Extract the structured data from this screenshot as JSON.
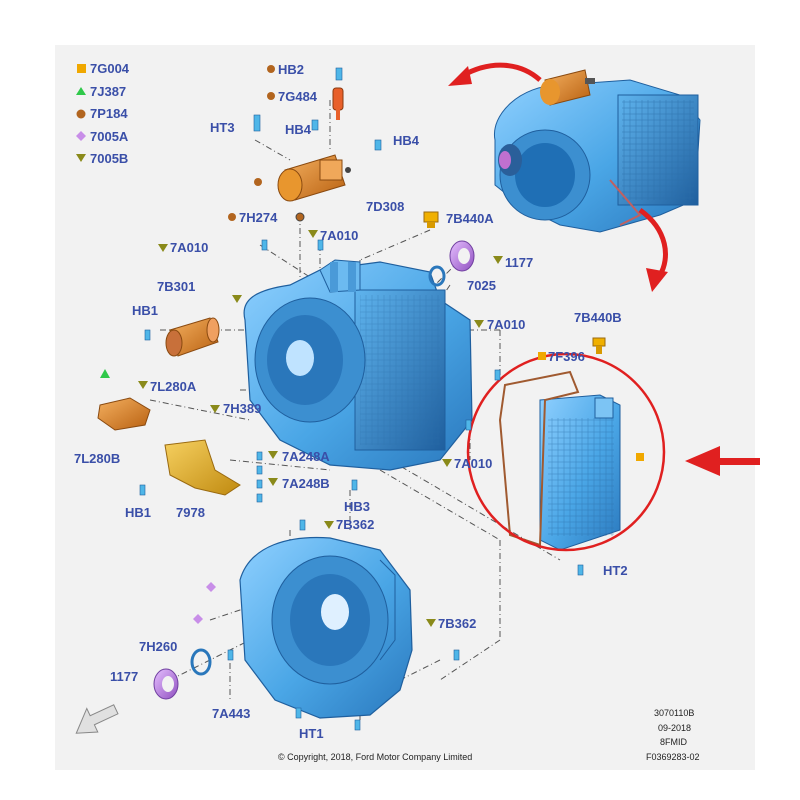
{
  "legend": [
    {
      "symbol": "square",
      "color": "#f0a800",
      "code": "7G004"
    },
    {
      "symbol": "triangle-up",
      "color": "#2fc84a",
      "code": "7J387"
    },
    {
      "symbol": "circle",
      "color": "#b2651f",
      "code": "7P184"
    },
    {
      "symbol": "diamond",
      "color": "#c88ee8",
      "code": "7005A"
    },
    {
      "symbol": "triangle-down",
      "color": "#8a8a1a",
      "code": "7005B"
    }
  ],
  "callouts": {
    "hb2": "HB2",
    "c7g484": "7G484",
    "ht3": "HT3",
    "hb4a": "HB4",
    "hb4b": "HB4",
    "c7d308": "7D308",
    "c7h274": "7H274",
    "c7b440a": "7B440A",
    "c7a010a": "7A010",
    "c7a010b": "7A010",
    "c1177a": "1177",
    "c7025": "7025",
    "c7b301": "7B301",
    "hb1a": "HB1",
    "c7a010c": "7A010",
    "c7b440b": "7B440B",
    "c7f396": "7F396",
    "c7l280a": "7L280A",
    "c7h389": "7H389",
    "c7l280b": "7L280B",
    "c7a248a": "7A248A",
    "c7a248b": "7A248B",
    "c7a010d": "7A010",
    "hb3": "HB3",
    "hb1b": "HB1",
    "c7978": "7978",
    "c7b362a": "7B362",
    "ht2": "HT2",
    "c7b362b": "7B362",
    "c7h260": "7H260",
    "c1177b": "1177",
    "c7a443": "7A443",
    "ht1": "HT1"
  },
  "copyright": "© Copyright, 2018, Ford Motor Company Limited",
  "doc_codes": [
    "3070110B",
    "09-2018",
    "8FMID",
    "F0369283-02"
  ],
  "colors": {
    "housing": "#5aaee8",
    "housing_dark": "#2d7fc2",
    "part_orange": "#e08a2c",
    "part_gold": "#e8b030",
    "part_purple": "#c88ee8",
    "arrow_red": "#e02020",
    "label_blue": "#3a4fa8"
  }
}
